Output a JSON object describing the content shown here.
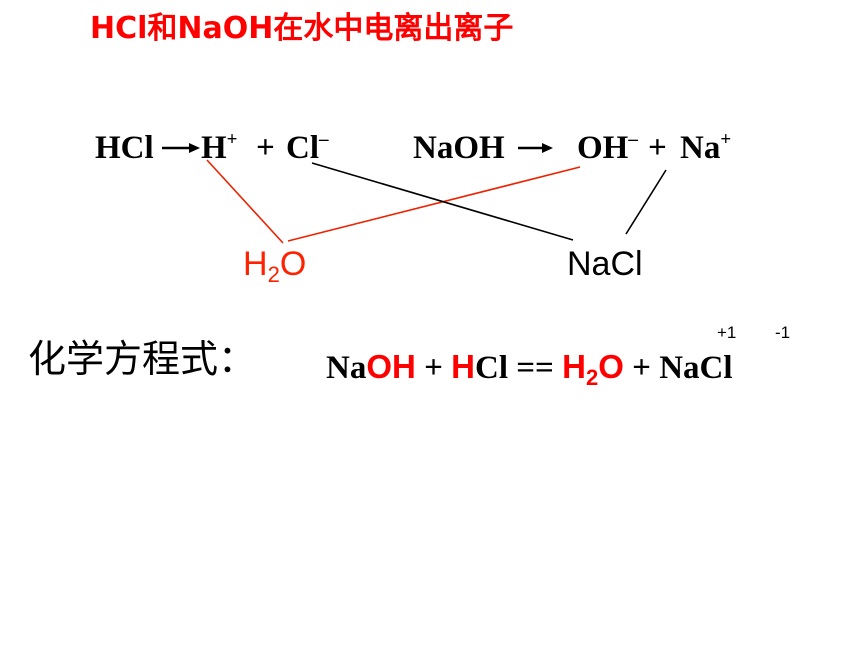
{
  "title": "HCl和NaOH在水中电离出离子",
  "ionization": {
    "hcl": "HCl",
    "h_ion": "H",
    "h_charge": "+",
    "plus1": "+",
    "cl_ion": "Cl",
    "cl_charge": "–",
    "naoh": "NaOH",
    "oh_ion": "OH",
    "oh_charge": "–",
    "plus2": "+",
    "na_ion": "Na",
    "na_charge": "+"
  },
  "products": {
    "water_h": "H",
    "water_sub": "2",
    "water_o": "O",
    "salt": "NaCl"
  },
  "equation": {
    "label": "化学方程式：",
    "na": "Na",
    "oh": "OH",
    "plus1": " + ",
    "h": "H",
    "cl": "Cl",
    "equals": " == ",
    "water_h": "H",
    "water_sub": "2",
    "water_o": "O",
    "plus2": " + ",
    "nacl": "NaCl"
  },
  "oxidation_states": {
    "na": "+1",
    "cl": "-1"
  },
  "colors": {
    "highlight": "#ff0000",
    "water": "#ff2200",
    "text": "#000000"
  }
}
